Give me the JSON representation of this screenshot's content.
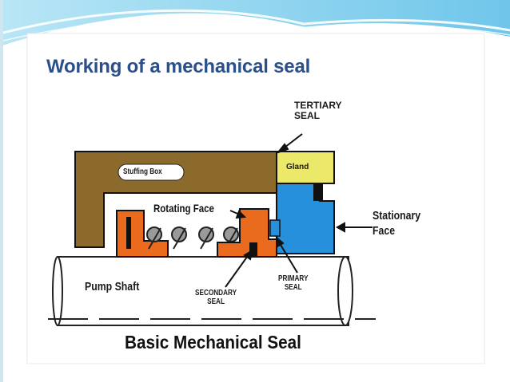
{
  "slide": {
    "title": "Working of a mechanical seal",
    "colors": {
      "title": "#2a4f8a",
      "header_wave": "#7fd0ec",
      "stuffing_box": "#8b6a2c",
      "gland": "#ece86a",
      "stationary_face": "#2790dc",
      "rotating_parts": "#ea6a1e",
      "shaft": "#ffffff"
    }
  },
  "diagram": {
    "labels": {
      "tertiary_seal": "TERTIARY\nSEAL",
      "gland": "Gland",
      "stuffing_box": "Stuffing Box",
      "rotating_face": "Rotating Face",
      "stationary_face": "Stationary\nFace",
      "pump_shaft": "Pump Shaft",
      "primary_seal": "PRIMARY\nSEAL",
      "secondary_seal": "SECONDARY\nSEAL"
    },
    "caption": "Basic Mechanical Seal"
  }
}
